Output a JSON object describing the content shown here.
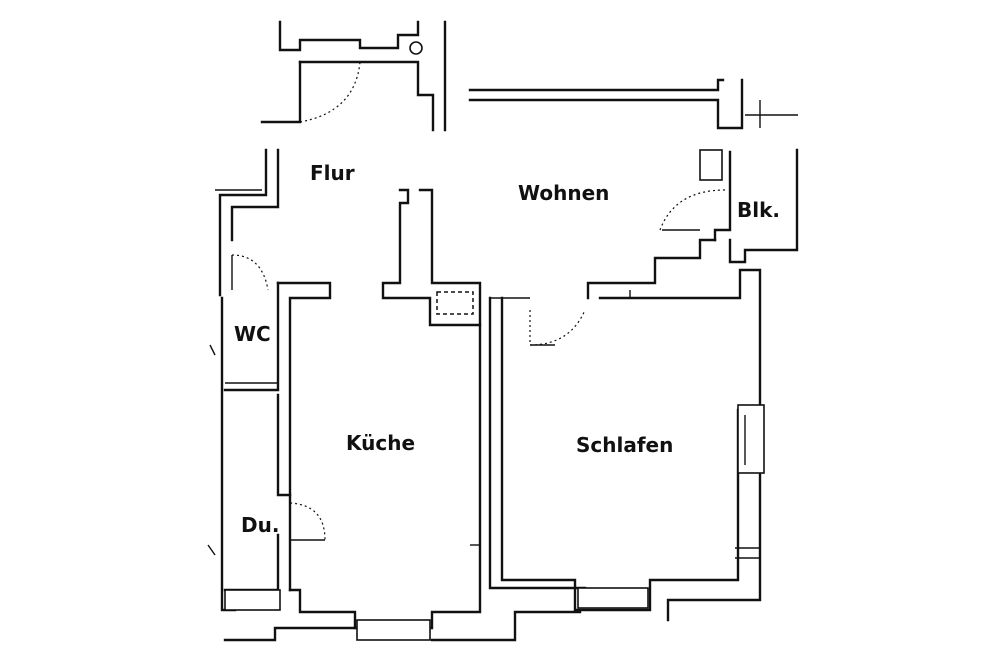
{
  "rooms": {
    "flur": "Flur",
    "wohnen": "Wohnen",
    "balkon": "Blk.",
    "wc": "WC",
    "kueche": "Küche",
    "schlafen": "Schlafen",
    "dusche": "Du."
  }
}
